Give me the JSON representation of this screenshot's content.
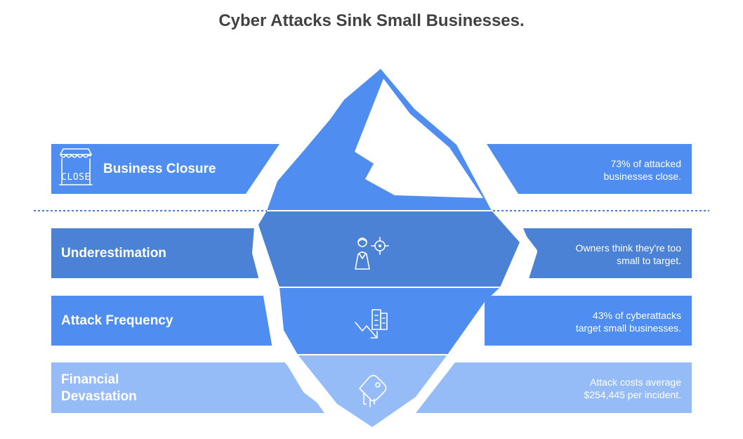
{
  "title": "Cyber Attacks Sink Small Businesses.",
  "levels": [
    {
      "label": "Business Closure",
      "icon": "closed-shop-icon",
      "icon_text": "CLOSE",
      "description": "73% of attacked\nbusinesses close.",
      "color": "#4F8DF0"
    },
    {
      "label": "Underestimation",
      "icon": "person-target-icon",
      "description": "Owners think they're too\nsmall to target.",
      "color": "#4B82D6"
    },
    {
      "label": "Attack Frequency",
      "icon": "falling-arrow-building-icon",
      "description": "43% of cyberattacks\ntarget small businesses.",
      "color": "#4F8DF0"
    },
    {
      "label": "Financial\nDevastation",
      "icon": "dripping-wallet-icon",
      "description": "Attack costs average\n$254,445 per incident.",
      "color": "#96BCF7"
    }
  ],
  "waterline_color": "#4F7BC4"
}
